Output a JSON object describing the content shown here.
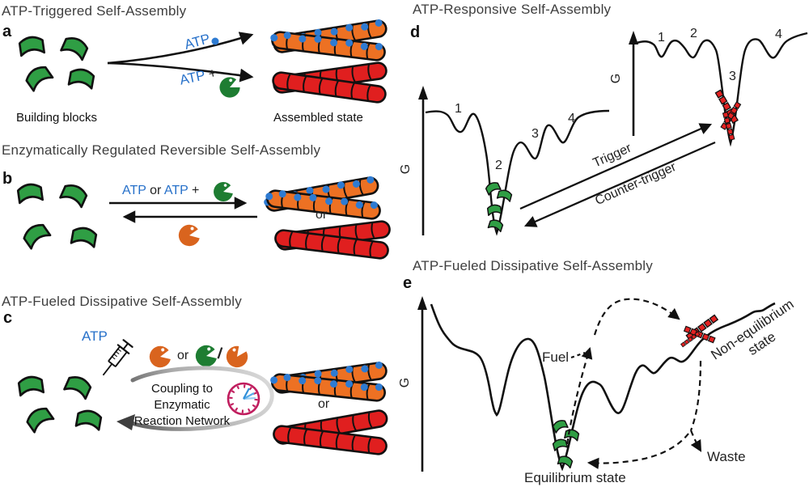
{
  "colors": {
    "green": "#2f9e44",
    "pac_green": "#1e7d32",
    "orange": "#ed7123",
    "red": "#e01f1f",
    "blue_dot": "#2e7bd2",
    "blue_text": "#2670c9",
    "clock_magenta": "#c01d5e",
    "title_gray": "#3e3e3e"
  },
  "panel_a": {
    "letter": "a",
    "title": "ATP-Triggered Self-Assembly",
    "atp_top": "ATP",
    "atp_bottom": "ATP",
    "plus": "+",
    "building_blocks": "Building blocks",
    "assembled_state": "Assembled state"
  },
  "panel_b": {
    "letter": "b",
    "title": "Enzymatically Regulated Reversible Self-Assembly",
    "atp1": "ATP",
    "or1": "or",
    "atp2": "ATP",
    "plus": "+",
    "or2": "or"
  },
  "panel_c": {
    "letter": "c",
    "title": "ATP-Fueled Dissipative Self-Assembly",
    "atp": "ATP",
    "or1": "or",
    "slash": "/",
    "loop_line1": "Coupling to",
    "loop_line2": "Enzymatic",
    "loop_line3": "Reaction Network",
    "or2": "or"
  },
  "panel_d": {
    "letter": "d",
    "title": "ATP-Responsive Self-Assembly",
    "g_label": "G",
    "left_numbers": [
      "1",
      "2",
      "3",
      "4"
    ],
    "right_numbers": [
      "1",
      "2",
      "3",
      "4"
    ],
    "trigger": "Trigger",
    "counter_trigger": "Counter-trigger"
  },
  "panel_e": {
    "letter": "e",
    "title": "ATP-Fueled Dissipative Self-Assembly",
    "g_label": "G",
    "fuel": "Fuel",
    "waste": "Waste",
    "equilibrium": "Equilibrium state",
    "non_equilibrium_1": "Non-equilibrium",
    "non_equilibrium_2": "state"
  }
}
